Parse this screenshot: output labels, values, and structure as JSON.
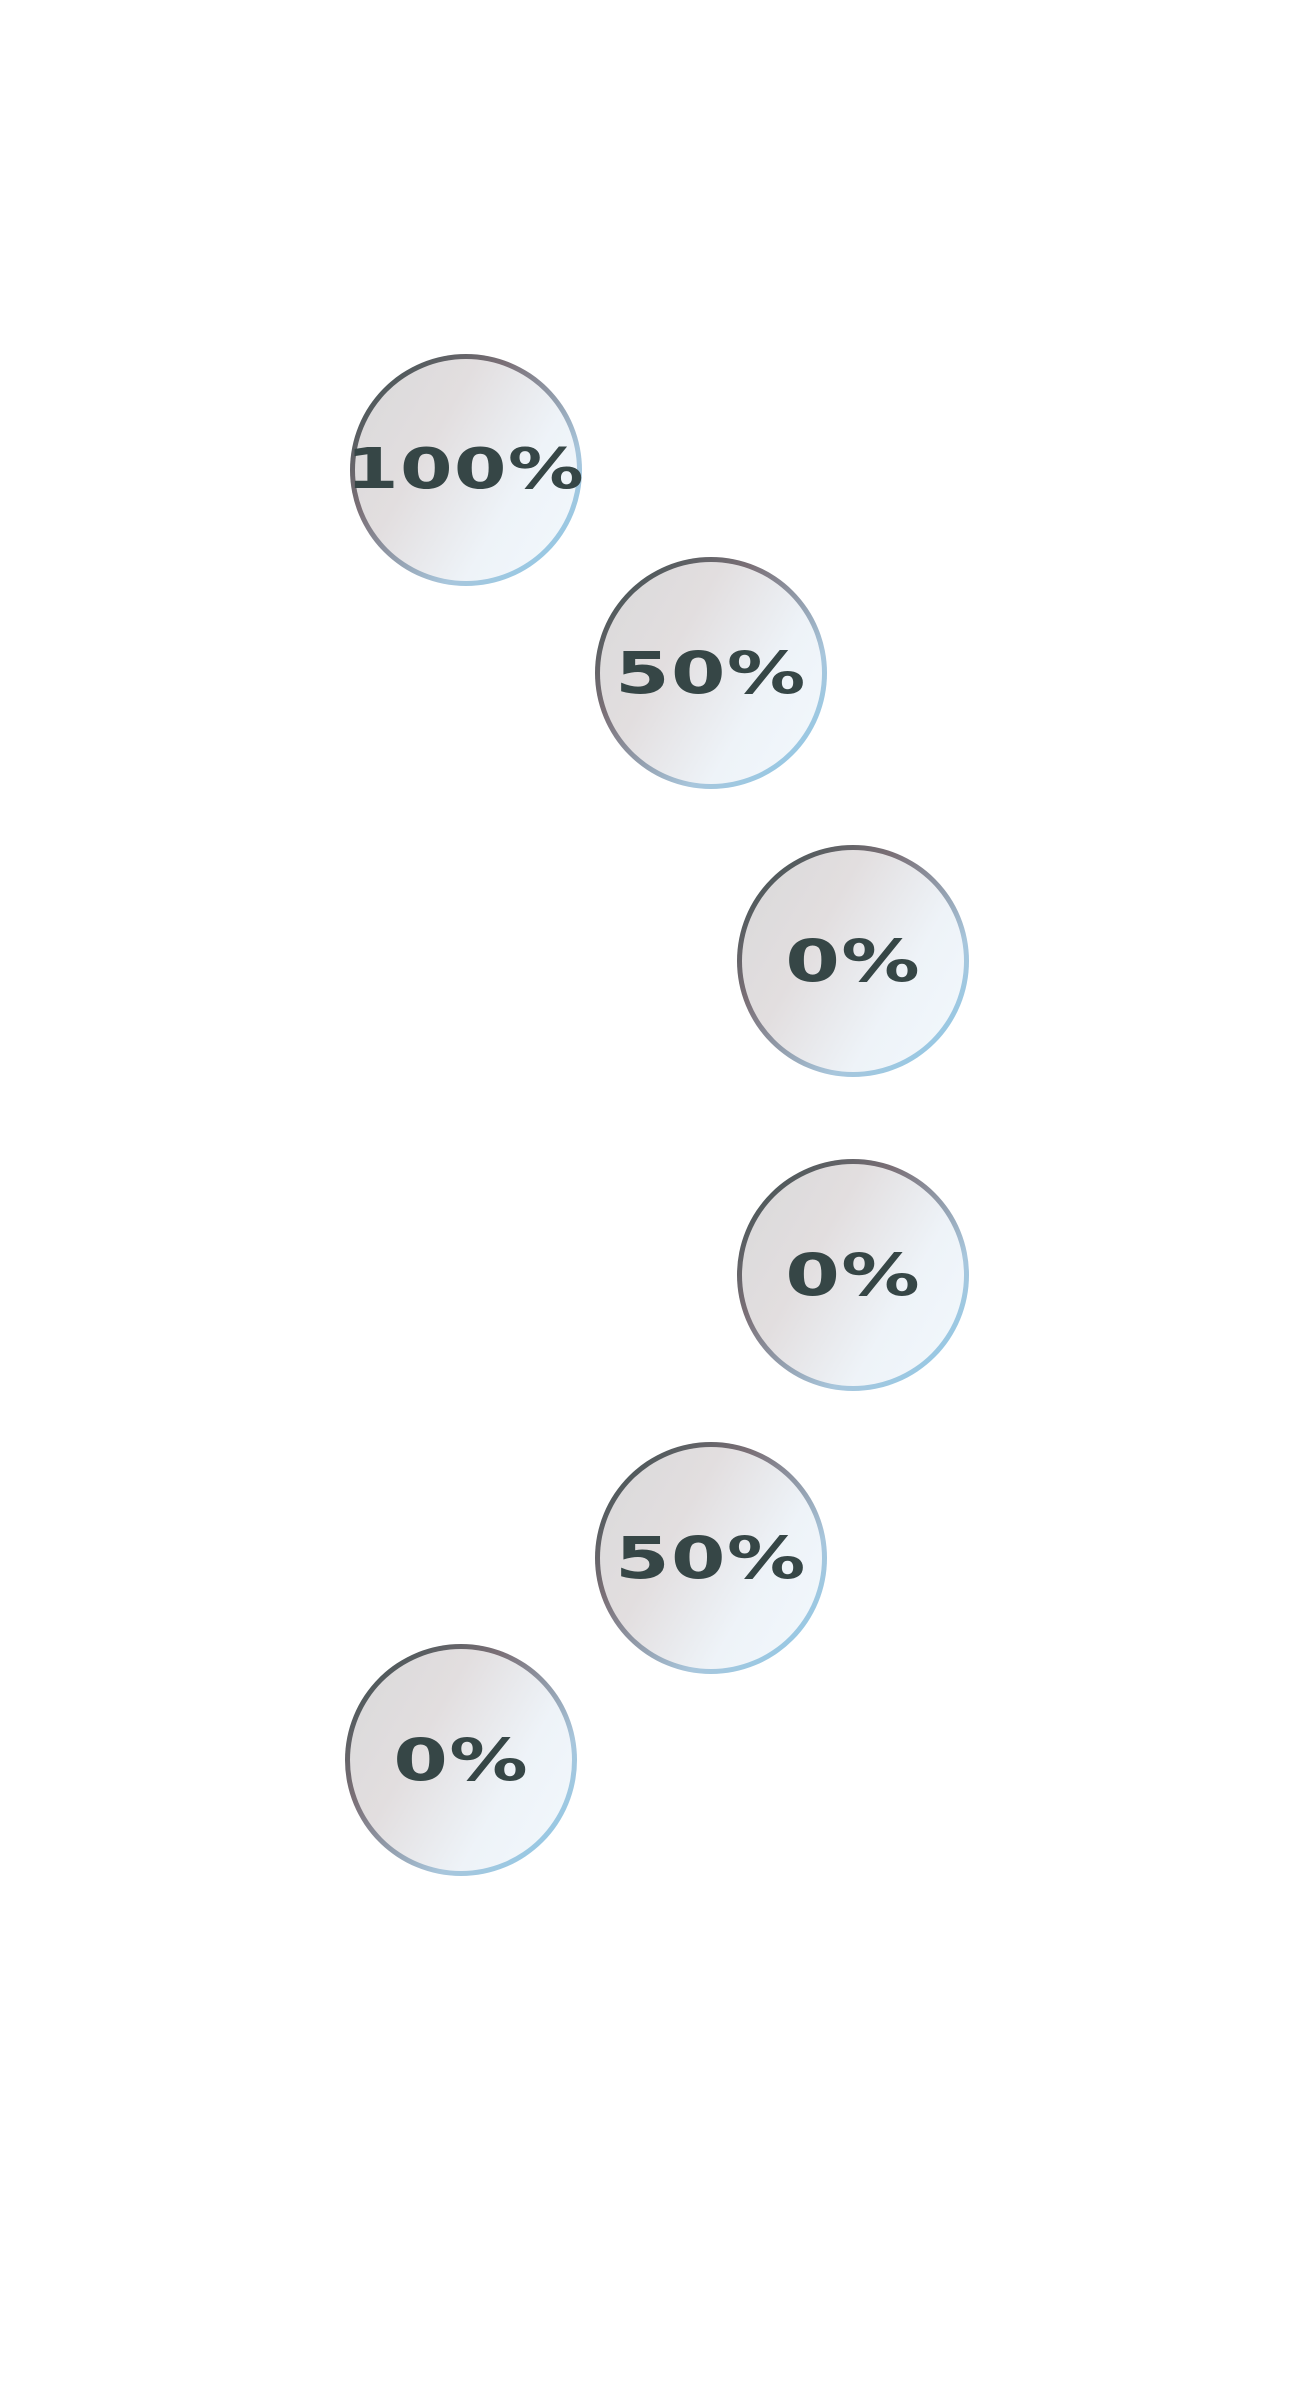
{
  "bubbles": [
    {
      "label": "100%"
    },
    {
      "label": "50%"
    },
    {
      "label": "0%"
    },
    {
      "label": "0%"
    },
    {
      "label": "50%"
    },
    {
      "label": "0%"
    }
  ],
  "colors": {
    "text": "#364646",
    "border_dark": "#344b4a",
    "border_light": "#8ccbea",
    "fill_warm": "#e2dedf",
    "fill_cool": "#f2f8fd"
  }
}
